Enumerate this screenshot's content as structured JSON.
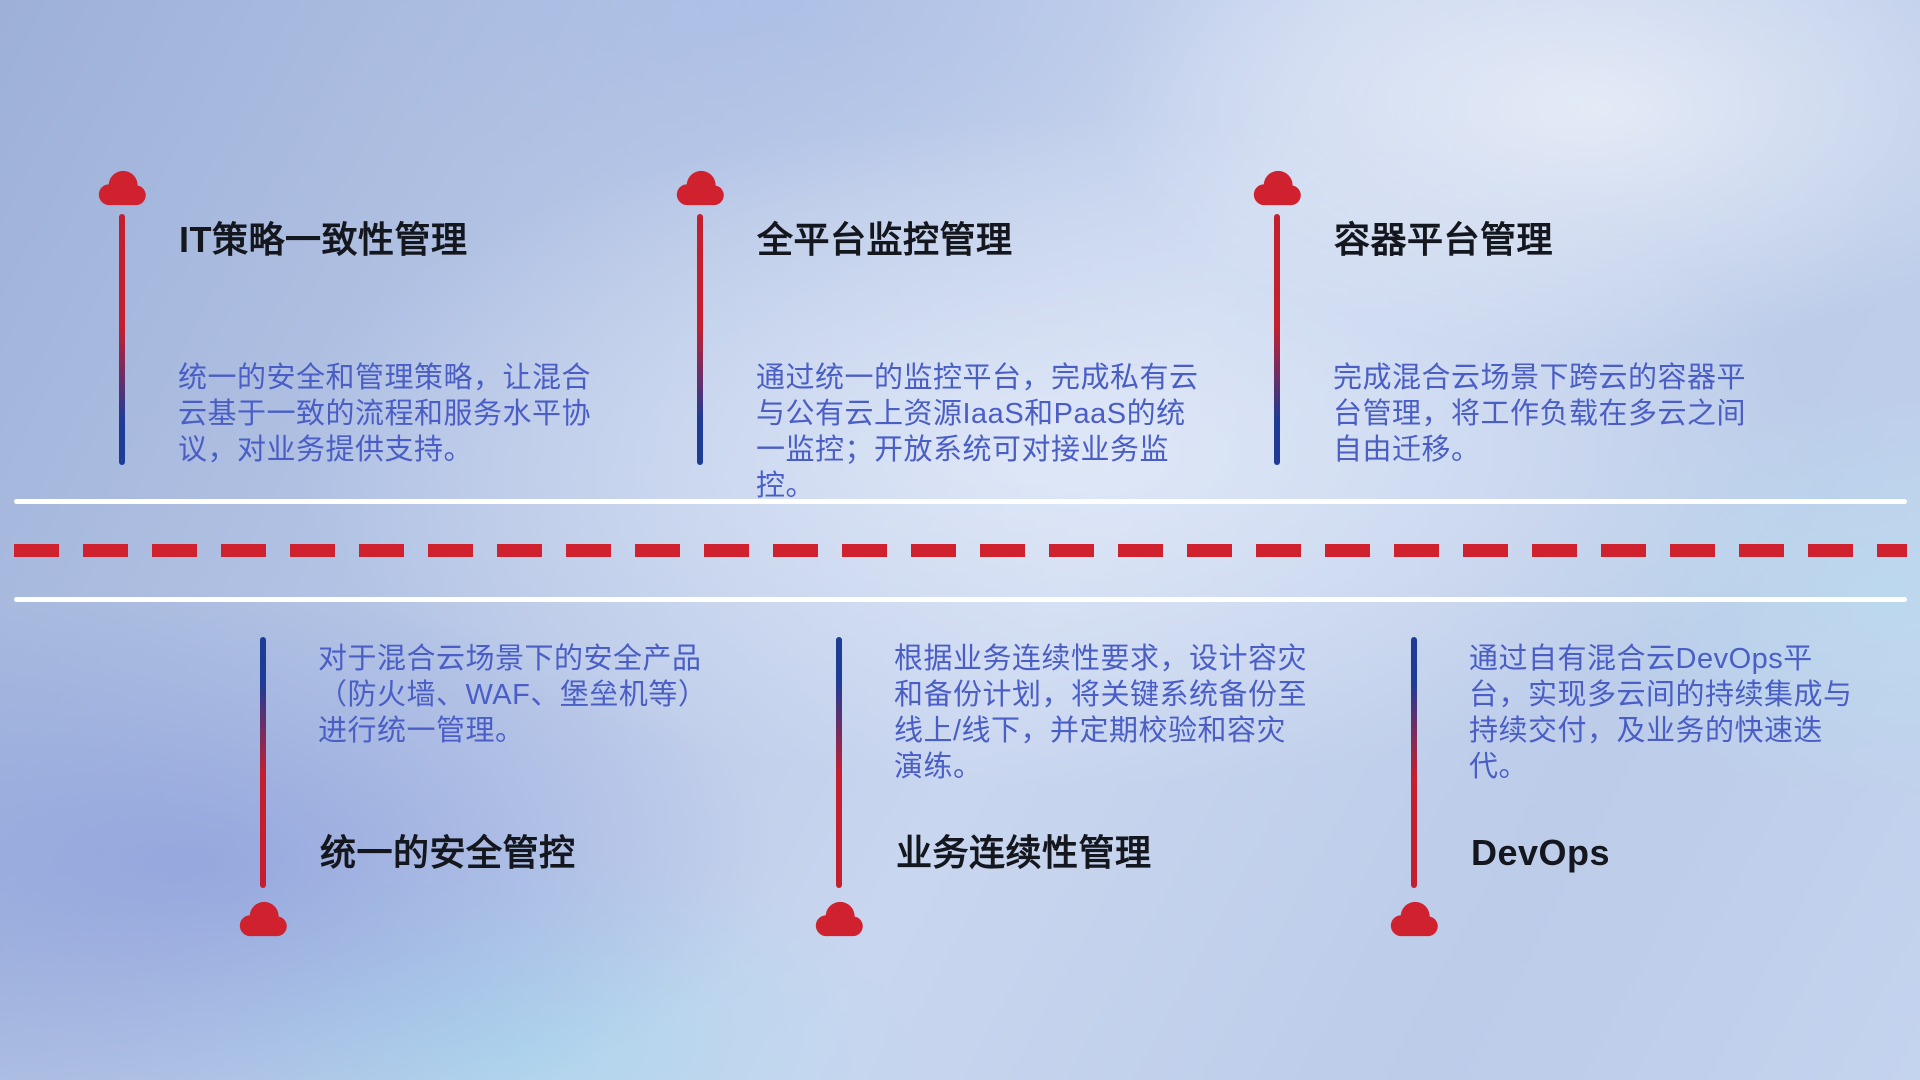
{
  "colors": {
    "cloud_red": "#d0212e",
    "pole_red": "#c41f2f",
    "pole_blue": "#1e3c96",
    "title_text": "#14171e",
    "desc_text": "#4a5ec6",
    "divider_white": "#ffffff",
    "dash_red": "#d0212e"
  },
  "top_items": [
    {
      "icon": "cloud-icon",
      "title": "IT策略一致性管理",
      "description": "统一的安全和管理策略，让混合云基于一致的流程和服务水平协议，对业务提供支持。"
    },
    {
      "icon": "cloud-icon",
      "title": "全平台监控管理",
      "description": "通过统一的监控平台，完成私有云与公有云上资源IaaS和PaaS的统一监控；开放系统可对接业务监控。"
    },
    {
      "icon": "cloud-icon",
      "title": "容器平台管理",
      "description": "完成混合云场景下跨云的容器平台管理，将工作负载在多云之间自由迁移。"
    }
  ],
  "bottom_items": [
    {
      "icon": "cloud-icon",
      "title": "统一的安全管控",
      "description": "对于混合云场景下的安全产品（防火墙、WAF、堡垒机等）进行统一管理。"
    },
    {
      "icon": "cloud-icon",
      "title": "业务连续性管理",
      "description": "根据业务连续性要求，设计容灾和备份计划，将关键系统备份至线上/线下，并定期校验和容灾演练。"
    },
    {
      "icon": "cloud-icon",
      "title": "DevOps",
      "description": "通过自有混合云DevOps平台，实现多云间的持续集成与持续交付，及业务的快速迭代。"
    }
  ]
}
